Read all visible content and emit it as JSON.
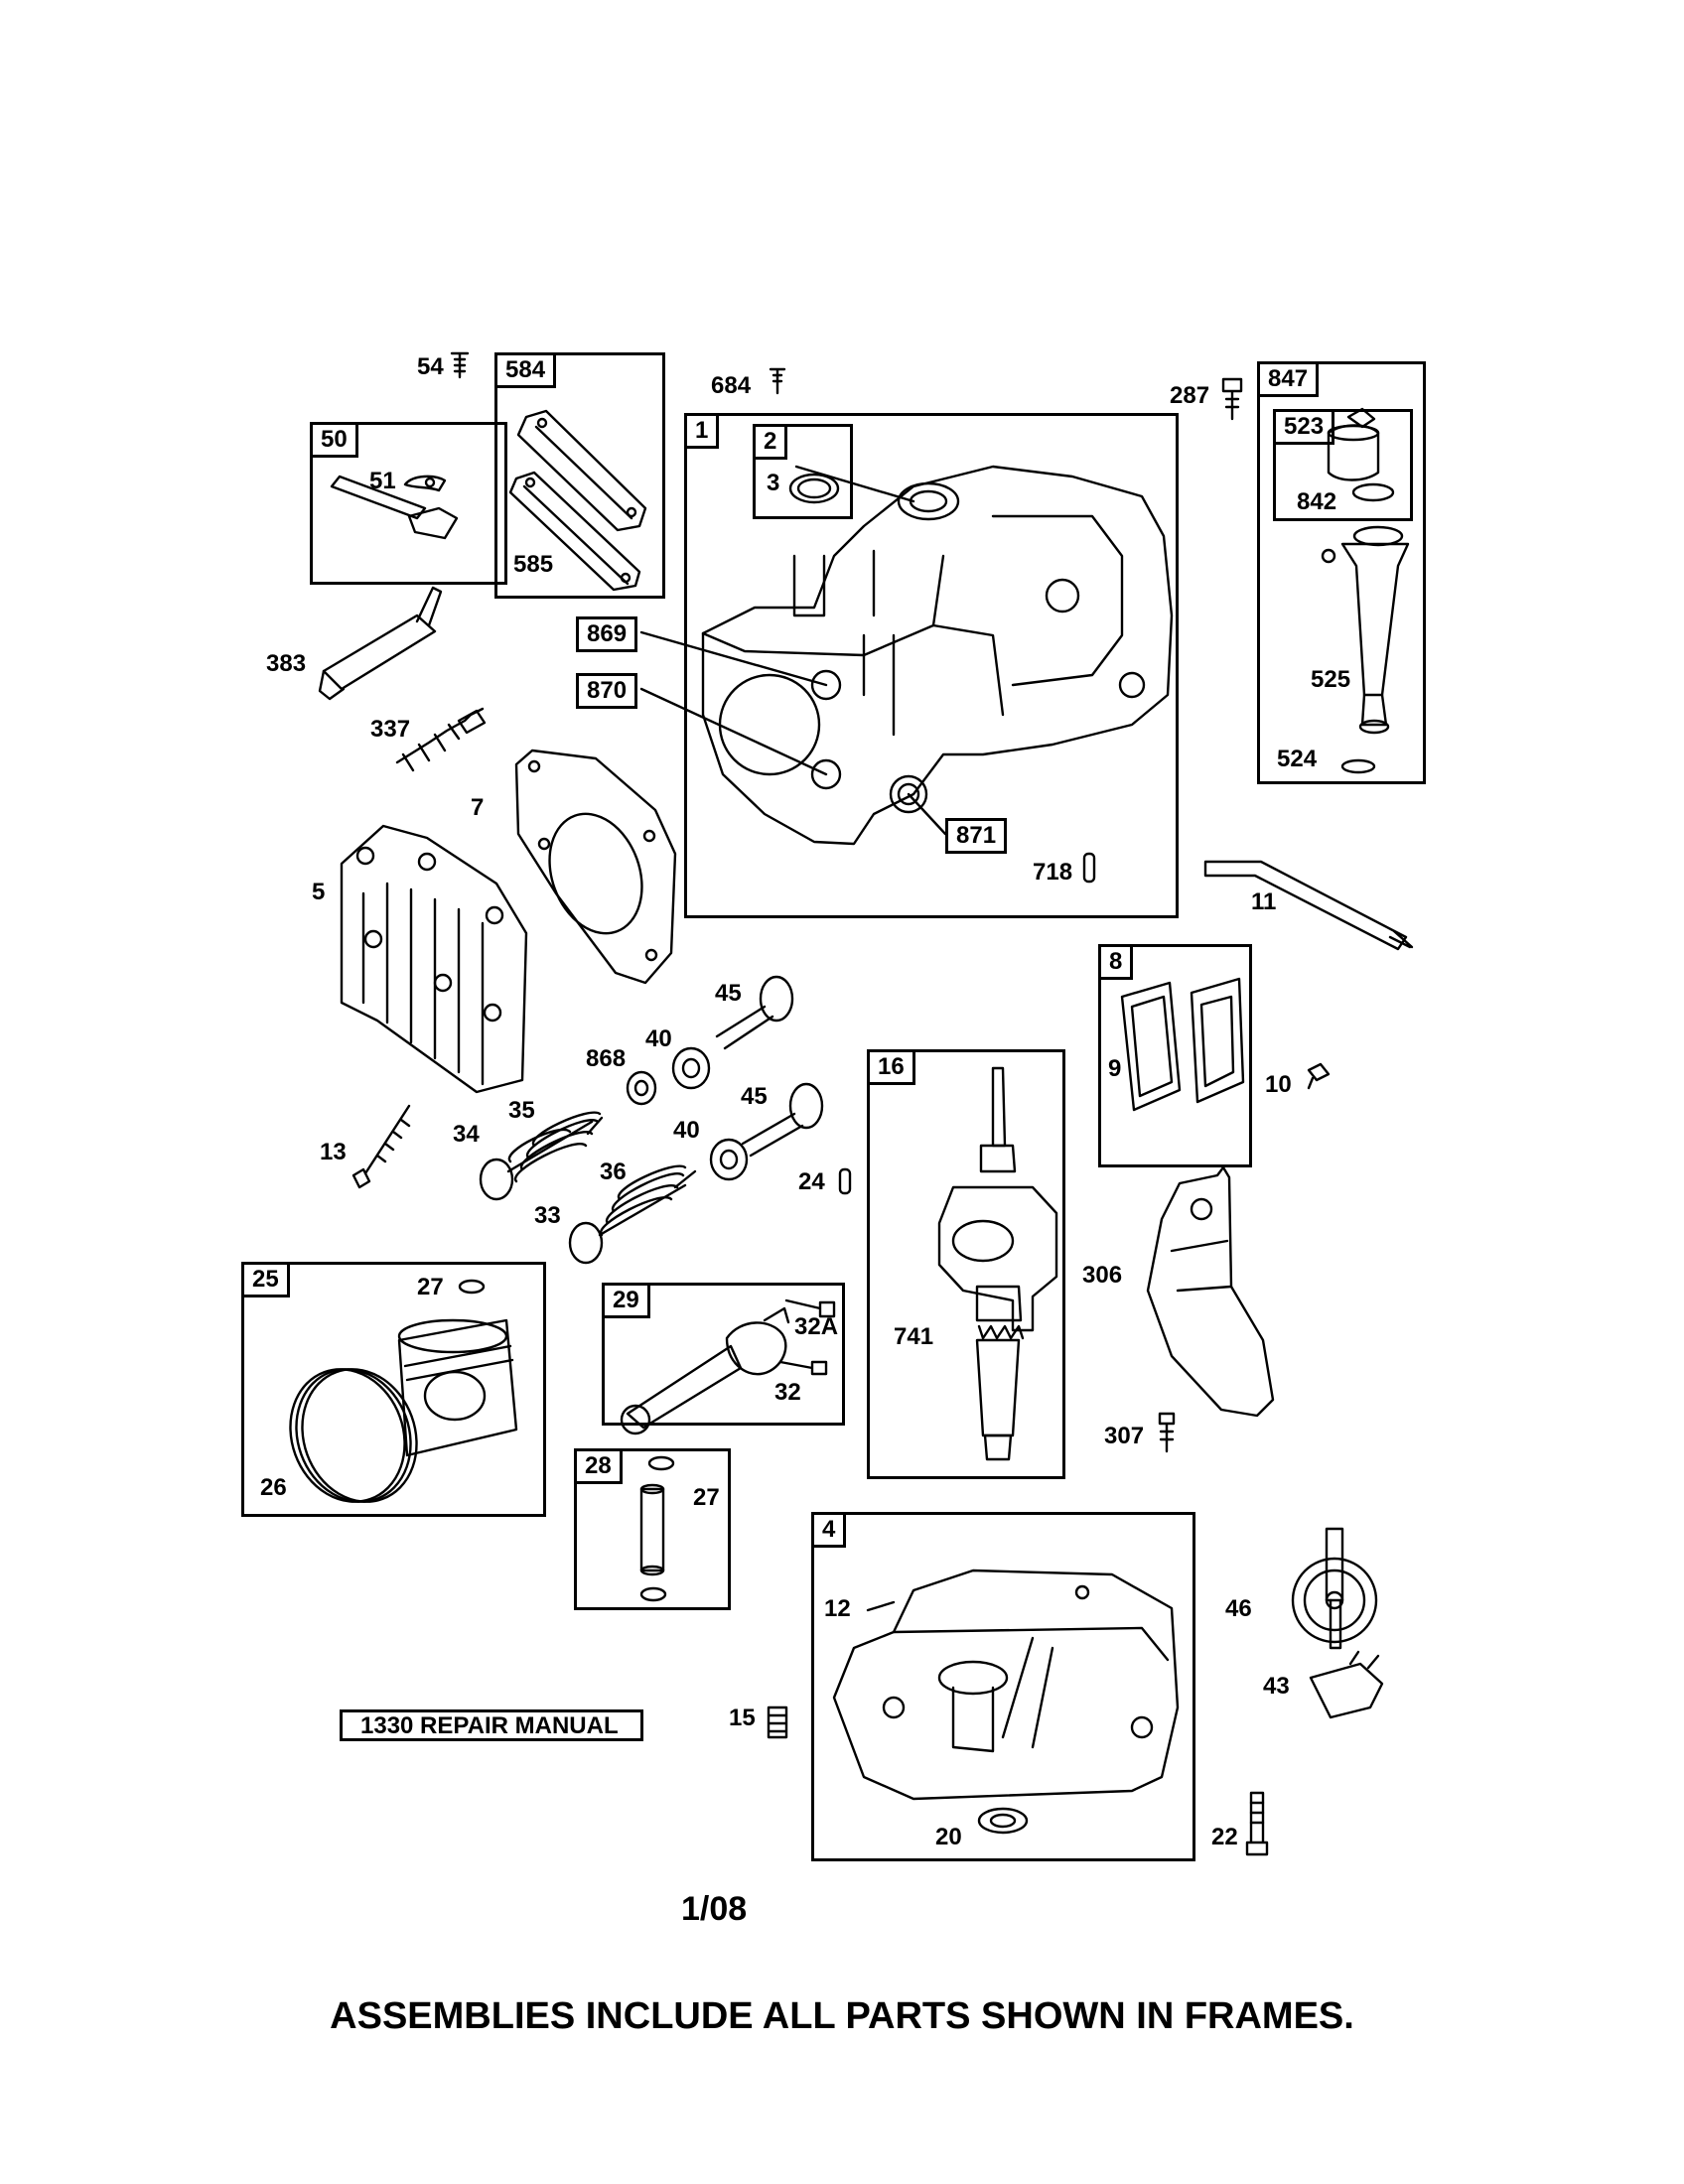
{
  "frames": [
    {
      "id": "f50",
      "label": "50"
    },
    {
      "id": "f584",
      "label": "584"
    },
    {
      "id": "f1",
      "label": "1"
    },
    {
      "id": "f2",
      "label": "2"
    },
    {
      "id": "f847",
      "label": "847"
    },
    {
      "id": "f523",
      "label": "523"
    },
    {
      "id": "f8",
      "label": "8"
    },
    {
      "id": "f16",
      "label": "16"
    },
    {
      "id": "f25",
      "label": "25"
    },
    {
      "id": "f29",
      "label": "29"
    },
    {
      "id": "f28",
      "label": "28"
    },
    {
      "id": "f4",
      "label": "4"
    }
  ],
  "boxed_labels": [
    "869",
    "870",
    "871"
  ],
  "part_labels": {
    "p54": "54",
    "p684": "684",
    "p287": "287",
    "p51": "51",
    "p585": "585",
    "p3": "3",
    "p842": "842",
    "p525": "525",
    "p524": "524",
    "p383": "383",
    "p337": "337",
    "p7": "7",
    "p718": "718",
    "p11": "11",
    "p5": "5",
    "p45a": "45",
    "p40a": "40",
    "p868": "868",
    "p45b": "45",
    "p40b": "40",
    "p9": "9",
    "p10": "10",
    "p13": "13",
    "p34": "34",
    "p35": "35",
    "p36": "36",
    "p33": "33",
    "p24": "24",
    "p306": "306",
    "p27a": "27",
    "p26": "26",
    "p32a": "32A",
    "p32": "32",
    "p741": "741",
    "p307": "307",
    "p27b": "27",
    "p12": "12",
    "p46": "46",
    "p43": "43",
    "p15": "15",
    "p20": "20",
    "p22": "22"
  },
  "manual": "1330 REPAIR MANUAL",
  "revision": "1/08",
  "footer": "ASSEMBLIES INCLUDE ALL PARTS SHOWN IN FRAMES."
}
